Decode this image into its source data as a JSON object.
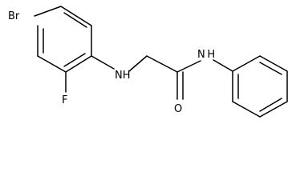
{
  "atom_labels": {
    "bromine": "Br",
    "fluorine": "F",
    "amine_nh": "NH",
    "amide_nh": "N H",
    "oxygen": "O"
  },
  "colors": {
    "bond": "#000000",
    "background": "#ffffff"
  }
}
